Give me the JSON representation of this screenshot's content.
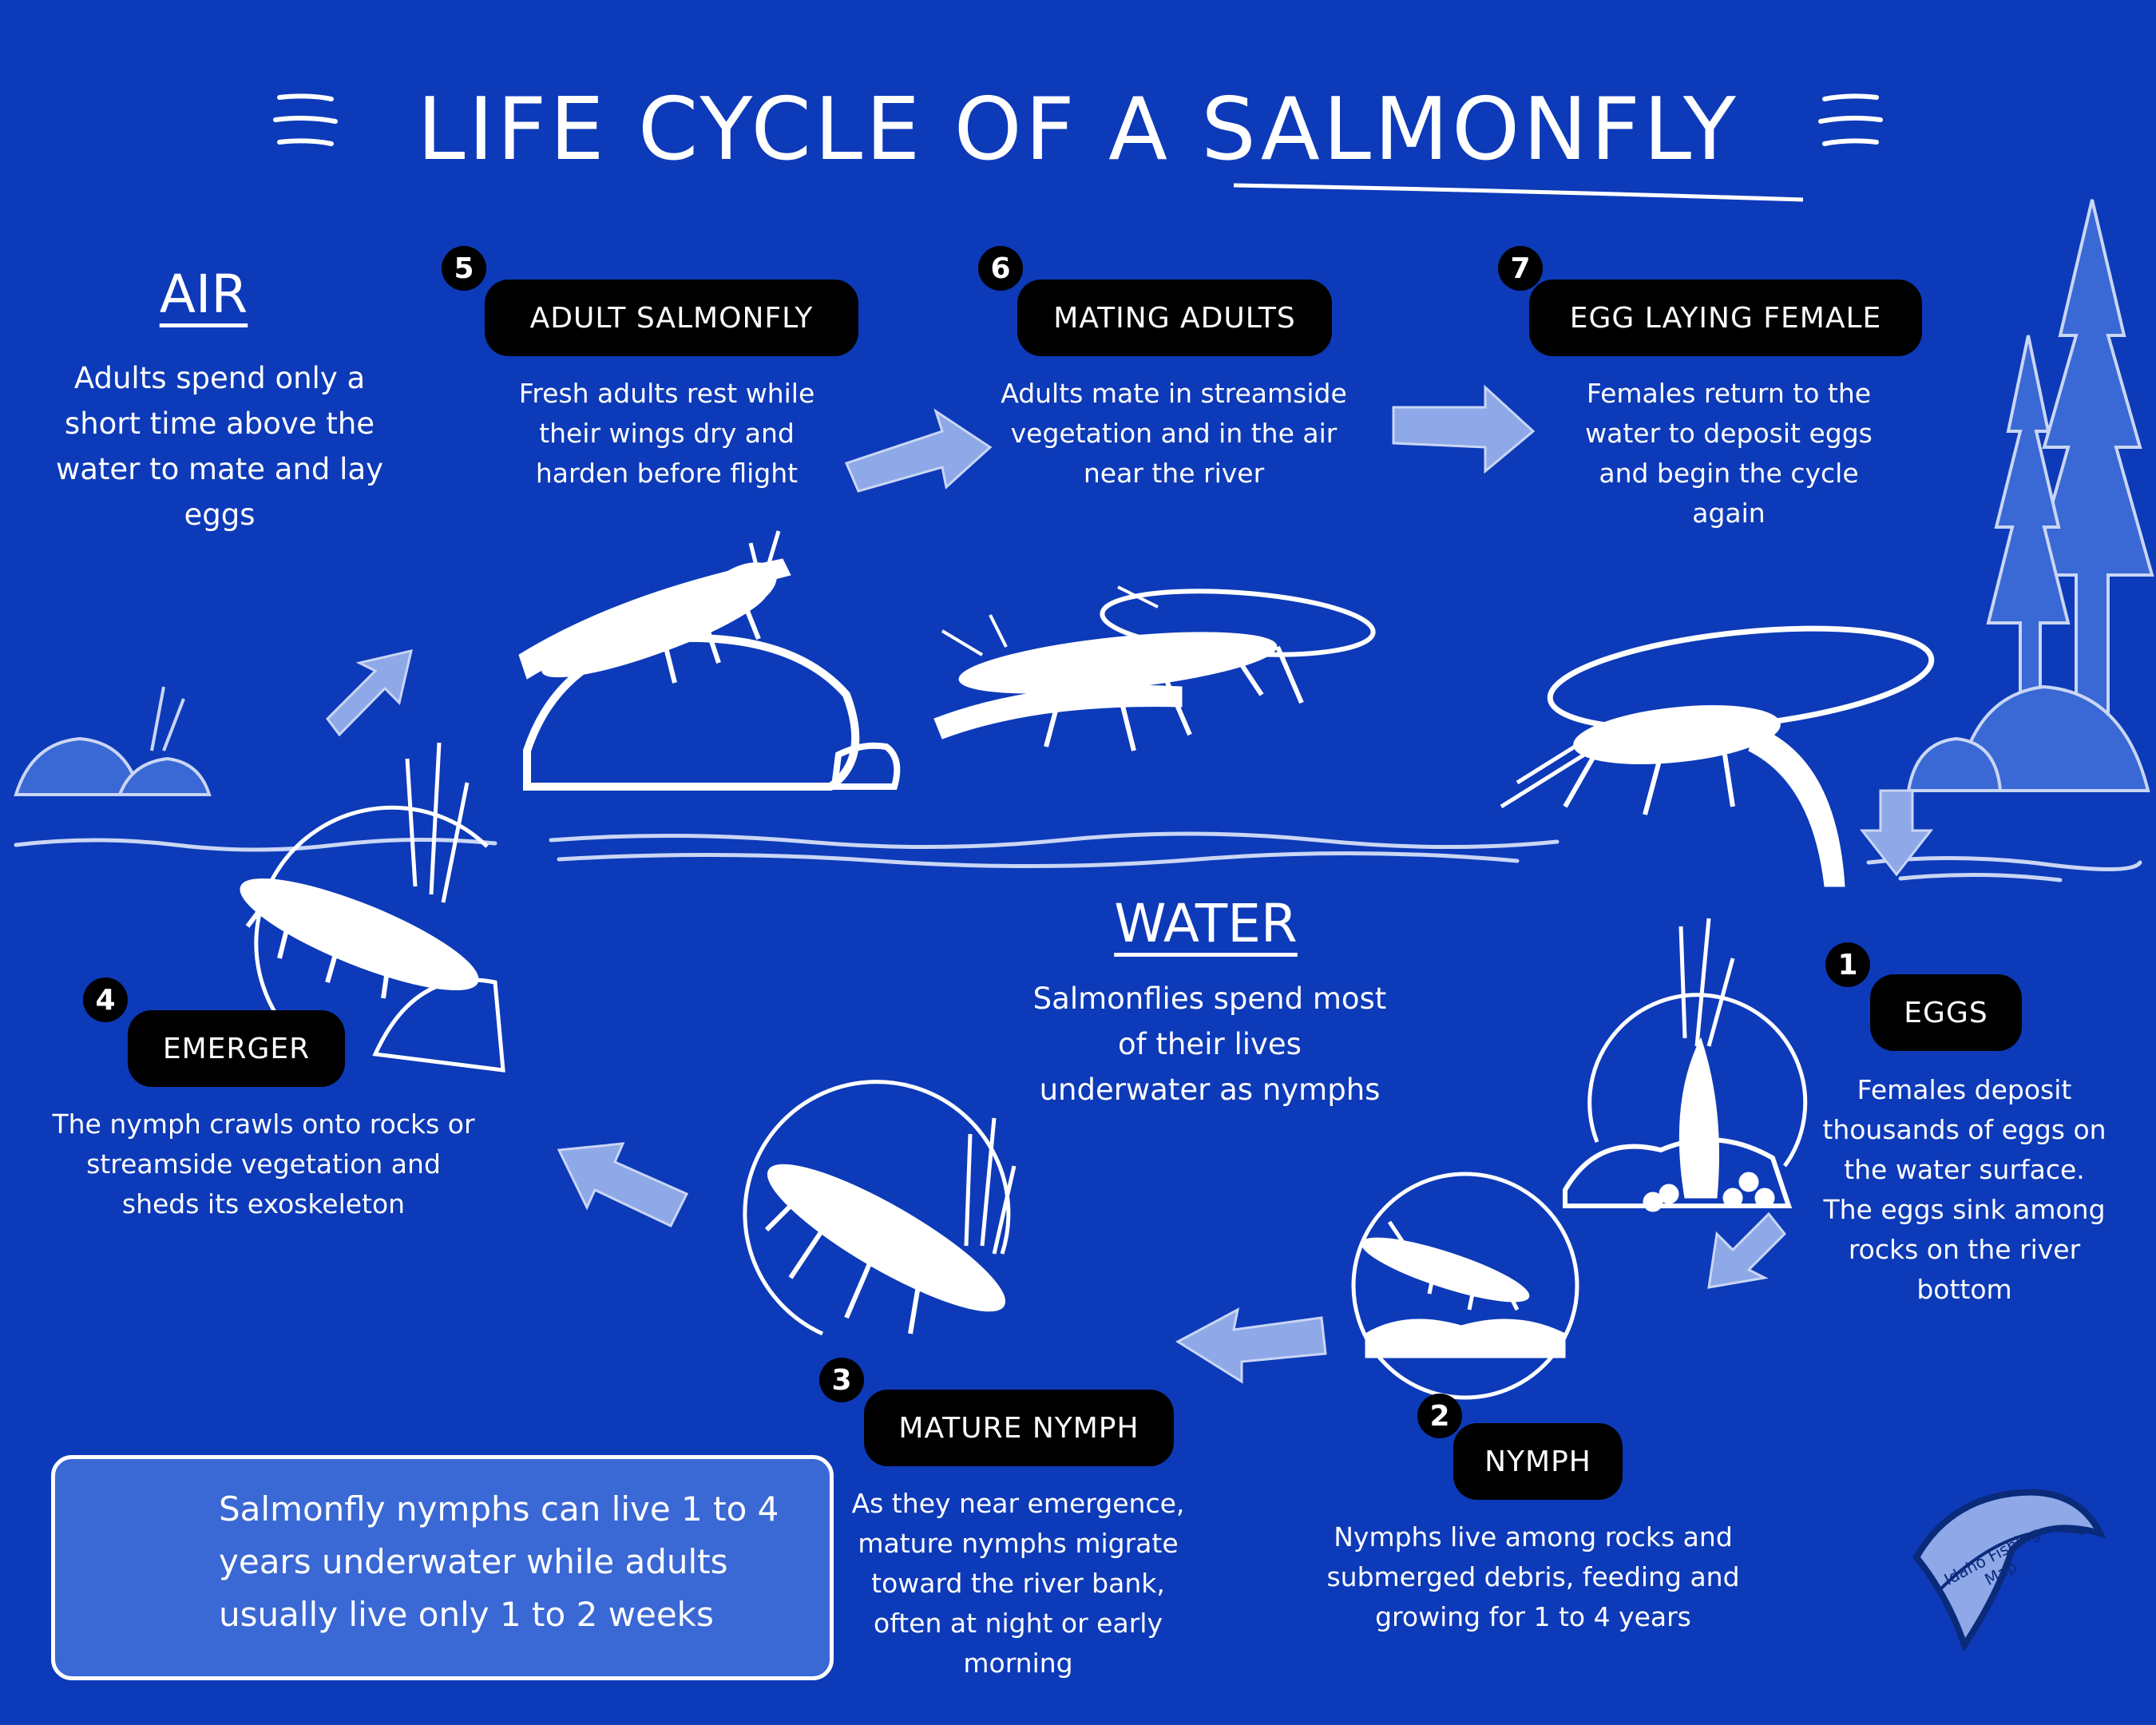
{
  "title": "LIFE CYCLE OF A SALMONFLY",
  "air": {
    "heading": "AIR",
    "text": "Adults spend only a short time above the water to mate and lay eggs"
  },
  "water": {
    "heading": "WATER",
    "text": "Salmonflies spend most of their lives underwater as nymphs"
  },
  "stages": [
    {
      "number": "1",
      "label": "EGGS",
      "description": "Females deposit thousands of eggs on the water surface. The eggs sink among rocks on the river bottom"
    },
    {
      "number": "2",
      "label": "NYMPH",
      "description": "Nymphs live among rocks and submerged debris, feeding and growing for 1 to 4 years"
    },
    {
      "number": "3",
      "label": "MATURE NYMPH",
      "description": "As they near emergence, mature nymphs migrate toward the river bank, often at night or early morning"
    },
    {
      "number": "4",
      "label": "EMERGER",
      "description": "The nymph crawls onto rocks or streamside vegetation and sheds its exoskeleton"
    },
    {
      "number": "5",
      "label": "ADULT SALMONFLY",
      "description": "Fresh adults rest while their wings dry and harden before flight"
    },
    {
      "number": "6",
      "label": "MATING ADULTS",
      "description": "Adults mate in streamside vegetation and in the air near the river"
    },
    {
      "number": "7",
      "label": "EGG LAYING FEMALE",
      "description": "Females return to the water to deposit eggs and begin the cycle again"
    }
  ],
  "tip": {
    "text": "Salmonfly nymphs can live 1 to 4 years underwater while adults usually live only 1 to 2 weeks",
    "icon": "lightbulb-icon"
  },
  "logo": {
    "text": "Idaho Fishing Map",
    "icon": "trout-logo-icon"
  },
  "colors": {
    "background": "#0d3ab8",
    "pill": "#000000",
    "tipbox": "#3a68d4",
    "arrow": "#8fa8e8"
  }
}
